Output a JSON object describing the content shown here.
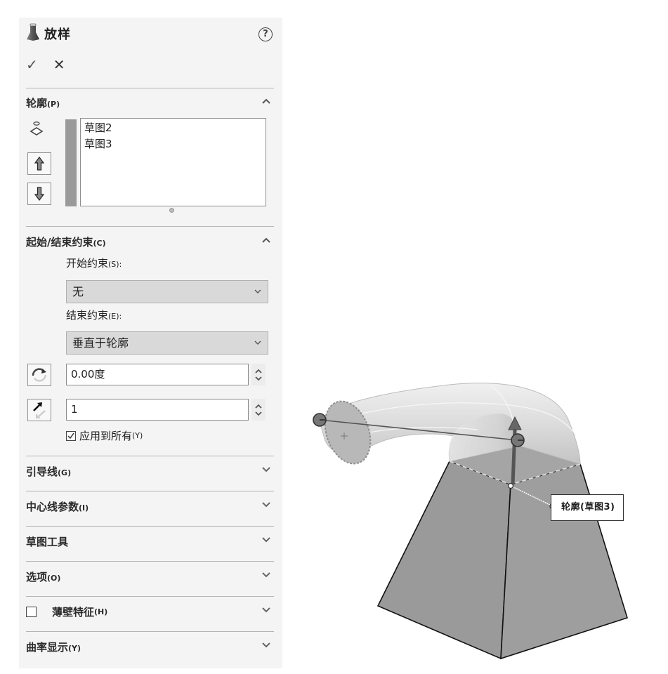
{
  "panel": {
    "title": "放样",
    "help_icon": "question-circle-icon",
    "ok_icon": "checkmark-icon",
    "cancel_icon": "x-icon",
    "ok_glyph": "✓",
    "cancel_glyph": "✕",
    "help_glyph": "?"
  },
  "sections": {
    "profile": {
      "title": "轮廓",
      "hotkey": "(P)",
      "state": "expanded",
      "items": [
        "草图2",
        "草图3"
      ]
    },
    "constraints": {
      "title": "起始/结束约束",
      "hotkey": "(C)",
      "state": "expanded",
      "start_label": "开始约束",
      "start_hotkey": "(S):",
      "start_value": "无",
      "end_label": "结束约束",
      "end_hotkey": "(E):",
      "end_value": "垂直于轮廓",
      "angle_value": "0.00度",
      "tangent_length_value": "1",
      "apply_all_label": "应用到所有",
      "apply_all_hotkey": "(Y)",
      "apply_all_checked": true
    },
    "guide_curves": {
      "title": "引导线",
      "hotkey": "(G)",
      "state": "collapsed"
    },
    "centerline": {
      "title": "中心线参数",
      "hotkey": "(I)",
      "state": "collapsed"
    },
    "sketch_tools": {
      "title": "草图工具",
      "hotkey": "",
      "state": "collapsed"
    },
    "options": {
      "title": "选项",
      "hotkey": "(O)",
      "state": "collapsed"
    },
    "thin_feature": {
      "title": "薄壁特征",
      "hotkey": "(H)",
      "state": "collapsed",
      "checked": false
    },
    "curvature": {
      "title": "曲率显示",
      "hotkey": "(Y)",
      "state": "collapsed"
    }
  },
  "viewport": {
    "callout_label": "轮廓(草图3)",
    "colors": {
      "solid_face": "#9c9c9c",
      "preview_surface": "#d8d8d8",
      "edge": "#111111"
    }
  }
}
